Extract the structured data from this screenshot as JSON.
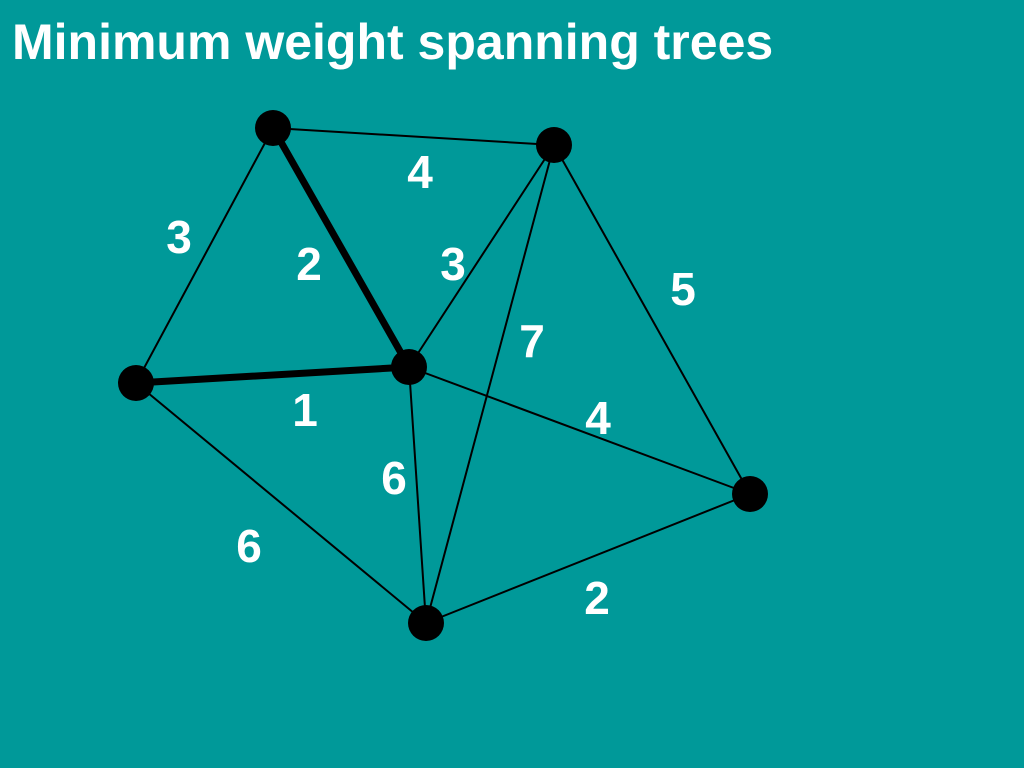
{
  "slide": {
    "title": "Minimum weight spanning trees"
  },
  "colors": {
    "background": "#009999",
    "text": "#ffffff",
    "node": "#000000",
    "edge": "#000000"
  },
  "graph": {
    "nodes": [
      "top-left",
      "top-right",
      "left",
      "center",
      "right",
      "bottom"
    ],
    "edges": [
      {
        "from": "top-left",
        "to": "top-right",
        "weight": "4",
        "in_tree": false
      },
      {
        "from": "top-left",
        "to": "left",
        "weight": "3",
        "in_tree": false
      },
      {
        "from": "top-left",
        "to": "center",
        "weight": "2",
        "in_tree": true
      },
      {
        "from": "top-right",
        "to": "center",
        "weight": "3",
        "in_tree": false
      },
      {
        "from": "top-right",
        "to": "bottom",
        "weight": "7",
        "in_tree": false
      },
      {
        "from": "top-right",
        "to": "right",
        "weight": "5",
        "in_tree": false
      },
      {
        "from": "left",
        "to": "center",
        "weight": "1",
        "in_tree": true
      },
      {
        "from": "center",
        "to": "right",
        "weight": "4",
        "in_tree": false
      },
      {
        "from": "center",
        "to": "bottom",
        "weight": "6",
        "in_tree": false
      },
      {
        "from": "left",
        "to": "bottom",
        "weight": "6",
        "in_tree": false
      },
      {
        "from": "bottom",
        "to": "right",
        "weight": "2",
        "in_tree": false
      }
    ]
  }
}
